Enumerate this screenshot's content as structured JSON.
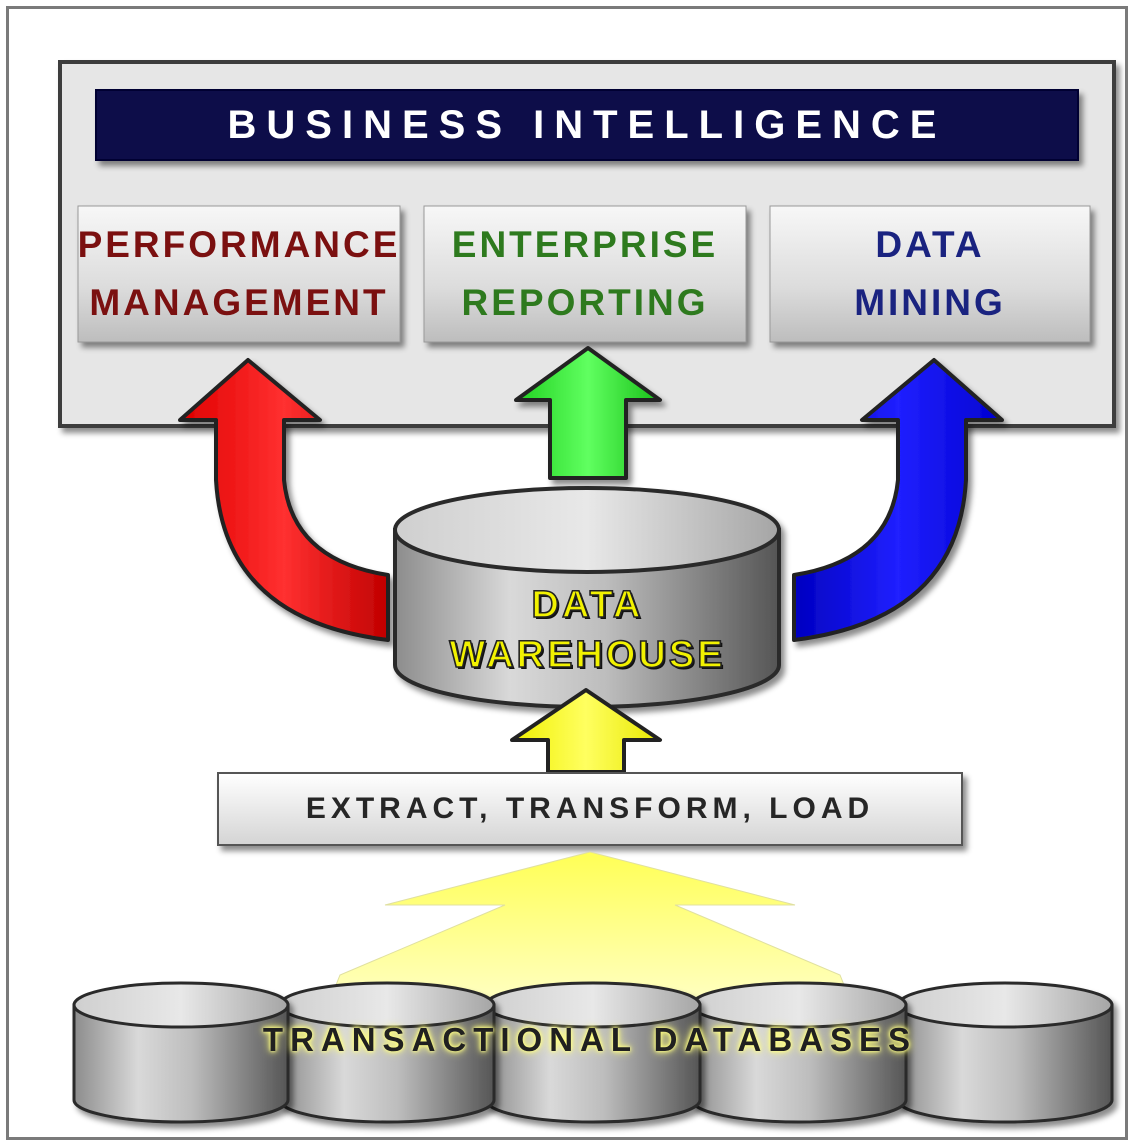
{
  "title": "BUSINESS INTELLIGENCE",
  "components": [
    {
      "label": "PERFORMANCE\nMANAGEMENT",
      "color": "#7b1010",
      "arrow_color": "#ff0000"
    },
    {
      "label": "ENTERPRISE\nREPORTING",
      "color": "#2e7a1e",
      "arrow_color": "#22ee22"
    },
    {
      "label": "DATA\nMINING",
      "color": "#1a2380",
      "arrow_color": "#1010ee"
    }
  ],
  "warehouse": {
    "label": "DATA\nWAREHOUSE",
    "text_color": "#f2f200"
  },
  "etl": {
    "label": "EXTRACT, TRANSFORM, LOAD",
    "arrow_color": "#ffff00"
  },
  "sources": {
    "label": "TRANSACTIONAL DATABASES",
    "count": 5
  },
  "colors": {
    "title_bar": "#0d0d4a",
    "panel": "#e6e6e6",
    "funnel": "#ffff99"
  }
}
